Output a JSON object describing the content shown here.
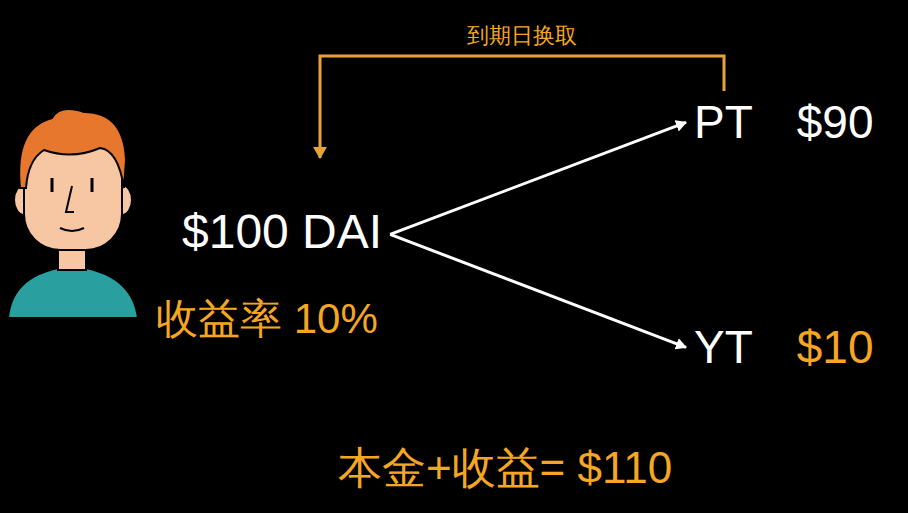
{
  "diagram": {
    "nodes": [
      {
        "text": [
          "$100 DAI"
        ]
      },
      {
        "text": [
          "PT",
          "$90"
        ]
      },
      {
        "text": [
          "YT",
          "$10"
        ]
      }
    ],
    "edges": [
      {
        "from": 0,
        "to": 1,
        "arrow": "to"
      },
      {
        "from": 0,
        "to": 2,
        "arrow": "to"
      },
      {
        "from": 1,
        "to": 0,
        "label": "到期日换取",
        "arrow": "to"
      }
    ],
    "labels": [
      "收益率 10%",
      "本金+收益= $110"
    ]
  }
}
